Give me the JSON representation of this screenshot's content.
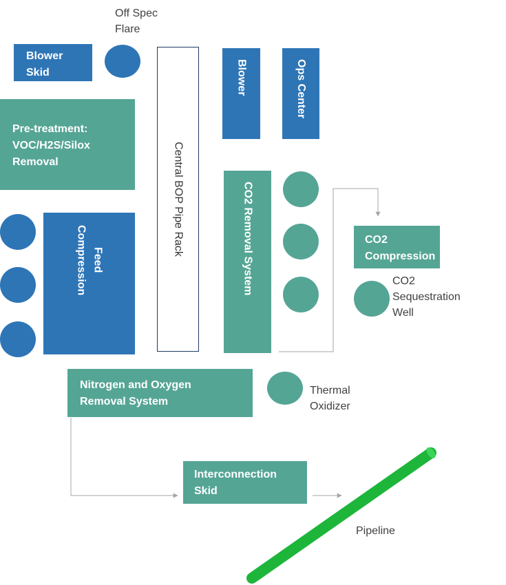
{
  "blocks": {
    "blower_skid": "Blower\nSkid",
    "pretreatment": "Pre-treatment:\nVOC/H2S/Silox\nRemoval",
    "feed_compression": "Feed\nCompression",
    "central_rack": "Central BOP Pipe Rack",
    "blower": "Blower",
    "ops_center": "Ops Center",
    "co2_removal": "CO2 Removal System",
    "co2_compression": "CO2\nCompression",
    "nitrogen_oxygen": "Nitrogen and Oxygen\nRemoval System",
    "interconnection": "Interconnection\nSkid"
  },
  "labels": {
    "off_spec_flare": "Off Spec\nFlare",
    "co2_well": "CO2\nSequestration\nWell",
    "thermal_oxidizer": "Thermal\nOxidizer",
    "pipeline": "Pipeline"
  },
  "colors": {
    "blue": "#2E75B6",
    "green": "#55A595",
    "pipeline": "#1DB63A",
    "arrow": "#A6A6A6",
    "rack_border": "#1F3864"
  }
}
